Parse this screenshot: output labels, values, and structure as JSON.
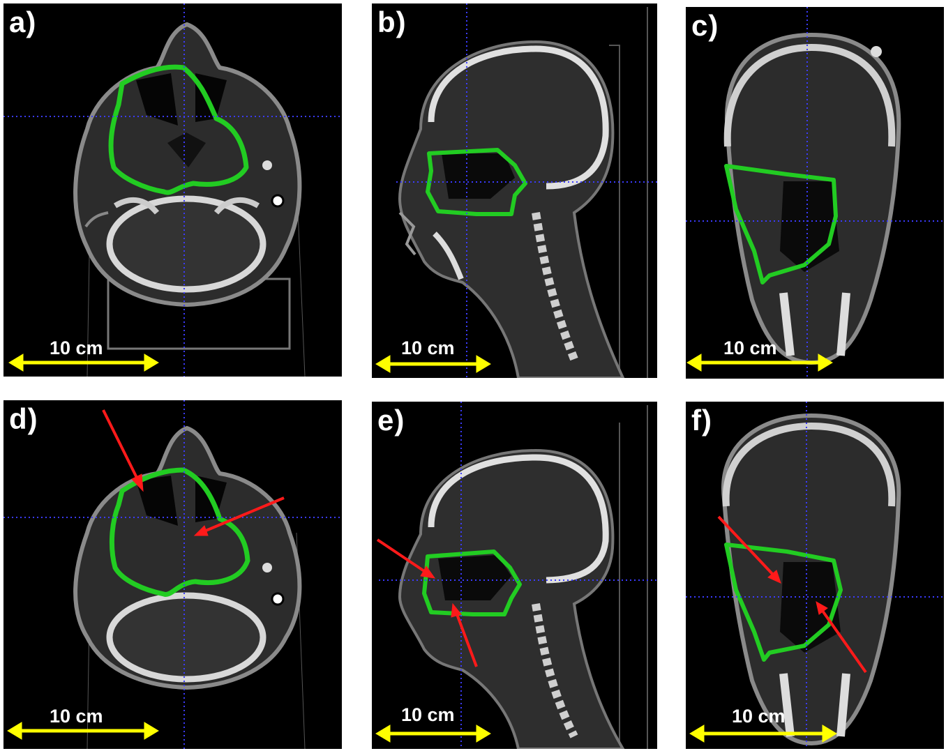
{
  "panels": [
    {
      "id": "a",
      "label": "a)",
      "scale": "10 cm"
    },
    {
      "id": "b",
      "label": "b)",
      "scale": "10 cm"
    },
    {
      "id": "c",
      "label": "c)",
      "scale": "10 cm"
    },
    {
      "id": "d",
      "label": "d)",
      "scale": "10 cm"
    },
    {
      "id": "e",
      "label": "e)",
      "scale": "10 cm"
    },
    {
      "id": "f",
      "label": "f)",
      "scale": "10 cm"
    }
  ],
  "colors": {
    "contour": "#22cc22",
    "crosshair": "#3b3bff",
    "scale_bar": "#ffff00",
    "arrow": "#ff1a1a",
    "background": "#000000"
  }
}
